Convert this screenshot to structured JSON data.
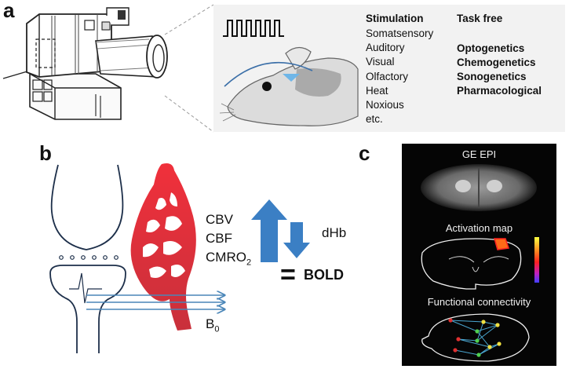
{
  "panel_labels": {
    "a": "a",
    "b": "b",
    "c": "c"
  },
  "panel_a": {
    "stimulation_title": "Stimulation",
    "stimulation_items": [
      "Somatsensory",
      "Auditory",
      "Visual",
      "Olfactory",
      "Heat",
      "Noxious",
      "etc."
    ],
    "task_free_title": "Task free",
    "modulation_items": [
      "Optogenetics",
      "Chemogenetics",
      "Sonogenetics",
      "Pharmacological"
    ]
  },
  "panel_b": {
    "increase_lines": [
      "CBV",
      "CBF",
      "CMRO"
    ],
    "cmro_subscript": "2",
    "decrease_label": "dHb",
    "equals_sign": "=",
    "result_label": "BOLD",
    "field_label": "B",
    "field_subscript": "0"
  },
  "panel_c": {
    "titles": [
      "GE EPI",
      "Activation map",
      "Functional connectivity"
    ]
  },
  "colors": {
    "vessel_red": "#e8363f",
    "arrow_blue": "#3b7fc4",
    "field_line_blue": "#4a86b8",
    "panel_a_background": "#f2f2f2",
    "panel_c_background": "#050505"
  }
}
